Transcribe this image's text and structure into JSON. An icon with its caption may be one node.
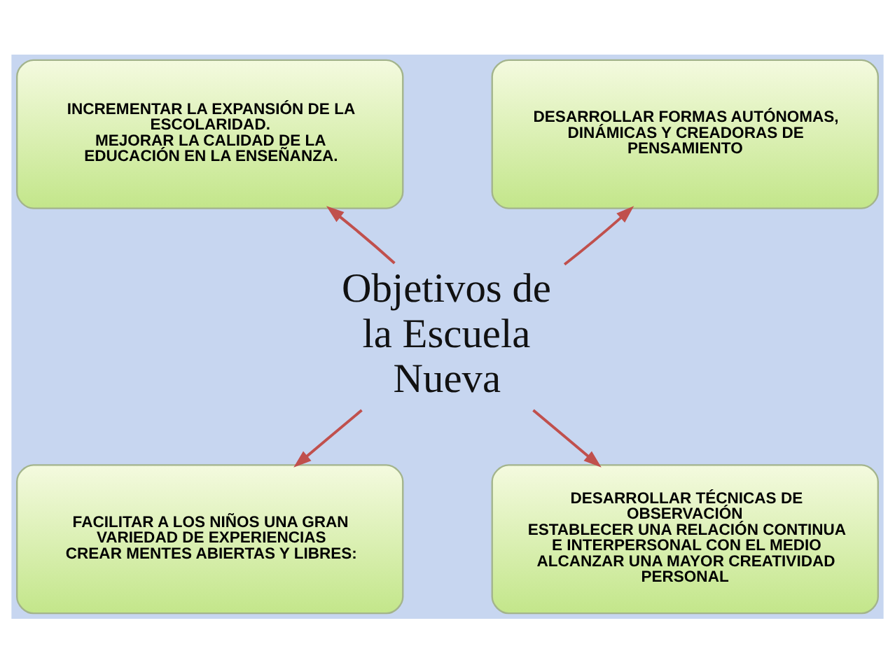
{
  "diagram": {
    "nodes": [
      {
        "text": [
          "INCREMENTAR LA EXPANSIÓN DE LA ESCOLARIDAD.",
          "MEJORAR LA CALIDAD DE LA EDUCACIÓN EN LA ENSEÑANZA."
        ]
      },
      {
        "text": [
          "DESARROLLAR FORMAS AUTÓNOMAS, DINÁMICAS Y CREADORAS DE PENSAMIENTO"
        ]
      },
      {
        "text": [
          "Objetivos de la Escuela Nueva"
        ]
      },
      {
        "text": [
          "FACILITAR A LOS NIÑOS UNA GRAN VARIEDAD DE EXPERIENCIAS",
          "CREAR MENTES ABIERTAS Y LIBRES:"
        ]
      },
      {
        "text": [
          "DESARROLLAR TÉCNICAS DE OBSERVACIÓN",
          "ESTABLECER UNA RELACIÓN CONTINUA E INTERPERSONAL CON EL MEDIO",
          "ALCANZAR UNA MAYOR CREATIVIDAD PERSONAL"
        ]
      }
    ],
    "edges": [
      {
        "from": 2,
        "to": 0,
        "arrow": "to"
      },
      {
        "from": 2,
        "to": 1,
        "arrow": "to"
      },
      {
        "from": 2,
        "to": 3,
        "arrow": "to"
      },
      {
        "from": 2,
        "to": 4,
        "arrow": "to"
      }
    ]
  }
}
